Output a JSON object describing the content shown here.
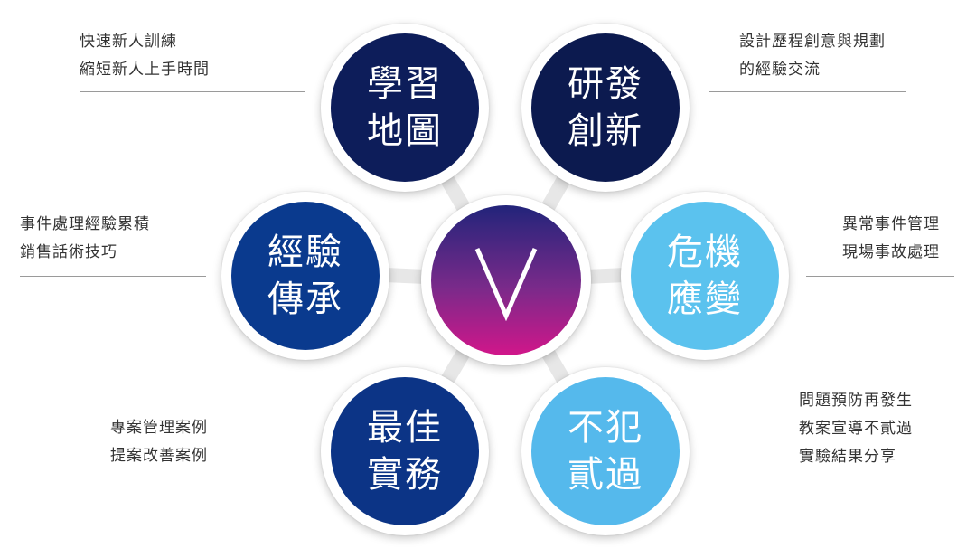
{
  "center": {
    "letter": "V",
    "gradient": [
      "#22247a",
      "#7a2a8a",
      "#d1168a"
    ]
  },
  "nodes": [
    {
      "id": "learning-map",
      "lines": [
        "學習",
        "地圖"
      ],
      "color": "#0d1d5a",
      "desc": [
        "快速新人訓練",
        "縮短新人上手時間"
      ]
    },
    {
      "id": "rd-innovation",
      "lines": [
        "研發",
        "創新"
      ],
      "color": "#0c1a4f",
      "desc": [
        "設計歷程創意與規劃",
        "的經驗交流"
      ]
    },
    {
      "id": "experience-inheritance",
      "lines": [
        "經驗",
        "傳承"
      ],
      "color": "#0a3a8e",
      "desc": [
        "事件處理經驗累積",
        "銷售話術技巧"
      ]
    },
    {
      "id": "crisis-response",
      "lines": [
        "危機",
        "應變"
      ],
      "color": "#5bc2ee",
      "desc": [
        "異常事件管理",
        "現場事故處理"
      ]
    },
    {
      "id": "best-practice",
      "lines": [
        "最佳",
        "實務"
      ],
      "color": "#0c3486",
      "desc": [
        "專案管理案例",
        "提案改善案例"
      ]
    },
    {
      "id": "no-repeat-mistakes",
      "lines": [
        "不犯",
        "貳過"
      ],
      "color": "#55b9ec",
      "desc": [
        "問題預防再發生",
        "教案宣導不貳過",
        "實驗結果分享"
      ]
    }
  ]
}
